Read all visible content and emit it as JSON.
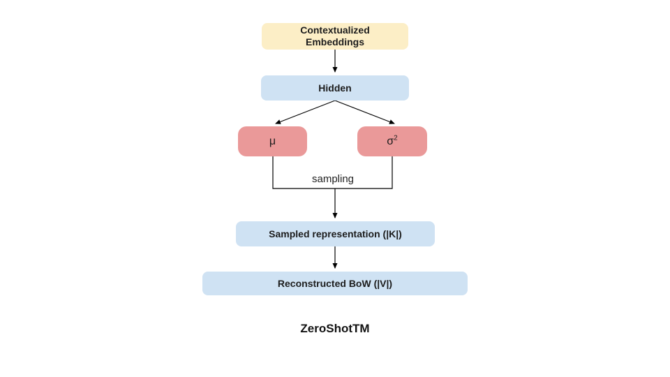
{
  "diagram": {
    "title": "ZeroShotTM",
    "nodes": {
      "contextualized_embeddings": {
        "line1": "Contextualized",
        "line2": "Embeddings",
        "color": "#fceec6"
      },
      "hidden": {
        "label": "Hidden",
        "color": "#cfe2f3"
      },
      "mu": {
        "label": "μ",
        "color": "#ea9999"
      },
      "sigma": {
        "base": "σ",
        "exponent": "2",
        "color": "#ea9999"
      },
      "sampled_representation": {
        "label": "Sampled representation (|K|)",
        "color": "#cfe2f3"
      },
      "reconstructed_bow": {
        "label": "Reconstructed BoW (|V|)",
        "color": "#cfe2f3"
      }
    },
    "edge_labels": {
      "sampling": "sampling"
    },
    "colors": {
      "yellow": "#fceec6",
      "blue": "#cfe2f3",
      "red": "#ea9999",
      "line": "#000000"
    }
  }
}
